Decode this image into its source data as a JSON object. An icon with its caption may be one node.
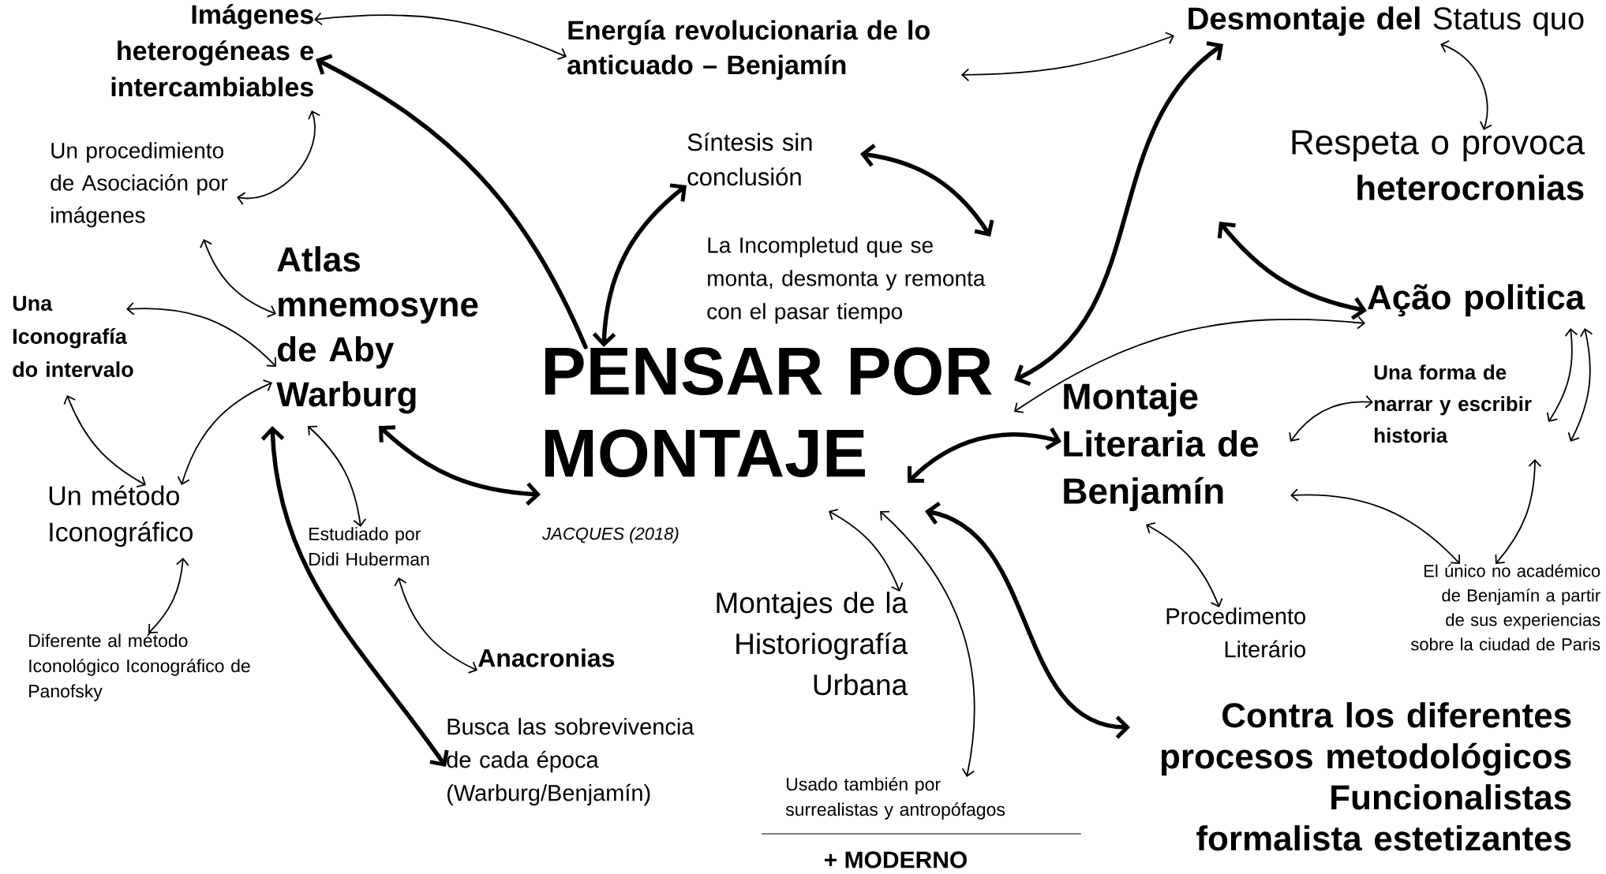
{
  "diagram": {
    "nodes": [
      {
        "text": [
          "PENSAR POR MONTAJE"
        ],
        "beside": [
          "JACQUES (2018)"
        ]
      },
      {
        "text": [
          "Imágenes heterogéneas e intercambiables"
        ]
      },
      {
        "text": [
          "Energía revolucionaria de lo anticuado – Benjamín"
        ]
      },
      {
        "text": [
          "**Desmontaje del** Status quo"
        ]
      },
      {
        "text": [
          "Un procedimiento de Asociación por imágenes"
        ]
      },
      {
        "text": [
          "Síntesis sin conclusión"
        ]
      },
      {
        "text": [
          "La Incompletud que se monta, desmonta y remonta con el pasar tiempo"
        ]
      },
      {
        "text": [
          "Respeta o provoca **heterocronias**"
        ]
      },
      {
        "text": [
          "Atlas mnemosyne de Aby Warburg"
        ]
      },
      {
        "text": [
          "Una Iconografía do intervalo"
        ]
      },
      {
        "text": [
          "Ação politica"
        ]
      },
      {
        "text": [
          "Una forma de narrar y escribir historia"
        ]
      },
      {
        "text": [
          "Montaje Literaria de Benjamín"
        ]
      },
      {
        "text": [
          "Un método Iconográfico"
        ]
      },
      {
        "text": [
          "Estudiado por Didi Huberman"
        ]
      },
      {
        "text": [
          "Diferente al método Iconológico Iconográfico de Panofsky"
        ]
      },
      {
        "text": [
          "Anacronias"
        ]
      },
      {
        "text": [
          "Montajes de la Historiografía Urbana"
        ]
      },
      {
        "text": [
          "Procedimento Literário"
        ]
      },
      {
        "text": [
          "El único no académico de Benjamín a partir de sus experiencias sobre la ciudad de Paris"
        ]
      },
      {
        "text": [
          "Busca las sobrevivencia de cada época (Warburg/Benjamín)"
        ]
      },
      {
        "text": [
          "Usado también por surrealistas y antropófagos"
        ]
      },
      {
        "text": [
          "Contra los diferentes procesos metodológicos Funcionalistas formalista estetizantes"
        ]
      }
    ],
    "edges": [
      {
        "from": 1,
        "to": 2,
        "arrow": "both"
      },
      {
        "from": 0,
        "to": 1,
        "arrow": "to",
        "style": "thick"
      },
      {
        "from": 2,
        "to": 3,
        "arrow": "both"
      },
      {
        "from": 1,
        "to": 4,
        "arrow": "both"
      },
      {
        "from": 0,
        "to": 5,
        "arrow": "both",
        "style": "thick"
      },
      {
        "from": 5,
        "to": 6,
        "arrow": "both",
        "style": "thick"
      },
      {
        "from": 3,
        "to": 0,
        "arrow": "both",
        "style": "thick"
      },
      {
        "from": 3,
        "to": 7,
        "arrow": "both"
      },
      {
        "from": 4,
        "to": 8,
        "arrow": "both"
      },
      {
        "from": 7,
        "to": 10,
        "arrow": "both",
        "style": "thick"
      },
      {
        "from": 0,
        "to": 10,
        "arrow": "both"
      },
      {
        "from": 9,
        "to": 8,
        "arrow": "both"
      },
      {
        "from": 9,
        "to": 13,
        "arrow": "both"
      },
      {
        "from": 13,
        "to": 8,
        "arrow": "both"
      },
      {
        "from": 8,
        "to": 0,
        "arrow": "both",
        "style": "thick"
      },
      {
        "from": 8,
        "to": 14,
        "arrow": "both"
      },
      {
        "from": 13,
        "to": 15,
        "arrow": "both"
      },
      {
        "from": 8,
        "to": 20,
        "arrow": "both",
        "style": "thick"
      },
      {
        "from": 14,
        "to": 16,
        "arrow": "both"
      },
      {
        "from": 0,
        "to": 17,
        "arrow": "both"
      },
      {
        "from": 0,
        "to": 21,
        "arrow": "both"
      },
      {
        "from": 0,
        "to": 12,
        "arrow": "both",
        "style": "thick"
      },
      {
        "from": 0,
        "to": 22,
        "arrow": "both",
        "style": "thick"
      },
      {
        "from": 12,
        "to": 11,
        "arrow": "both"
      },
      {
        "from": 12,
        "to": 18,
        "arrow": "both"
      },
      {
        "from": 12,
        "to": 19,
        "arrow": "both"
      },
      {
        "from": 11,
        "to": 19,
        "arrow": "both"
      },
      {
        "from": 10,
        "to": 11,
        "arrow": "both"
      },
      {
        "from": 10,
        "to": 11,
        "arrow": "both"
      }
    ],
    "labels": [
      "+ MODERNO"
    ]
  }
}
